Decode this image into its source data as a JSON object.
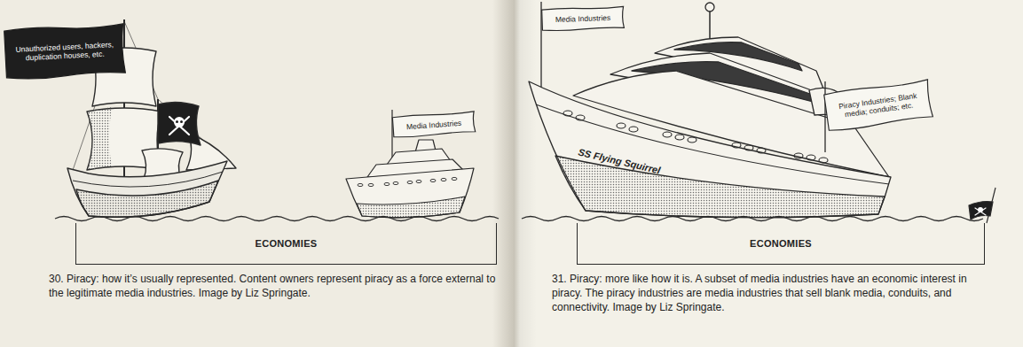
{
  "diagram": {
    "nodes": [
      {
        "text": [
          "Unauthorized users, hackers, duplication houses, etc."
        ]
      },
      {
        "text": [
          "Media Industries"
        ]
      },
      {
        "text": [
          "ECONOMIES"
        ]
      },
      {
        "text": [
          "Media Industries"
        ]
      },
      {
        "text": [
          "SS Flying Squirrel"
        ]
      },
      {
        "text": [
          "Piracy Industries; Blank media; conduits; etc."
        ]
      },
      {
        "text": [
          "ECONOMIES"
        ]
      }
    ],
    "labels": [
      "30. Piracy: how it’s usually represented. Content owners represent piracy as a force external to the legitimate media industries. Image by Liz Springate.",
      "31. Piracy: more like how it is. A subset of media industries have an economic interest in piracy. The piracy industries are media industries that sell blank media, conduits, and connectivity. Image by Liz Springate."
    ]
  }
}
